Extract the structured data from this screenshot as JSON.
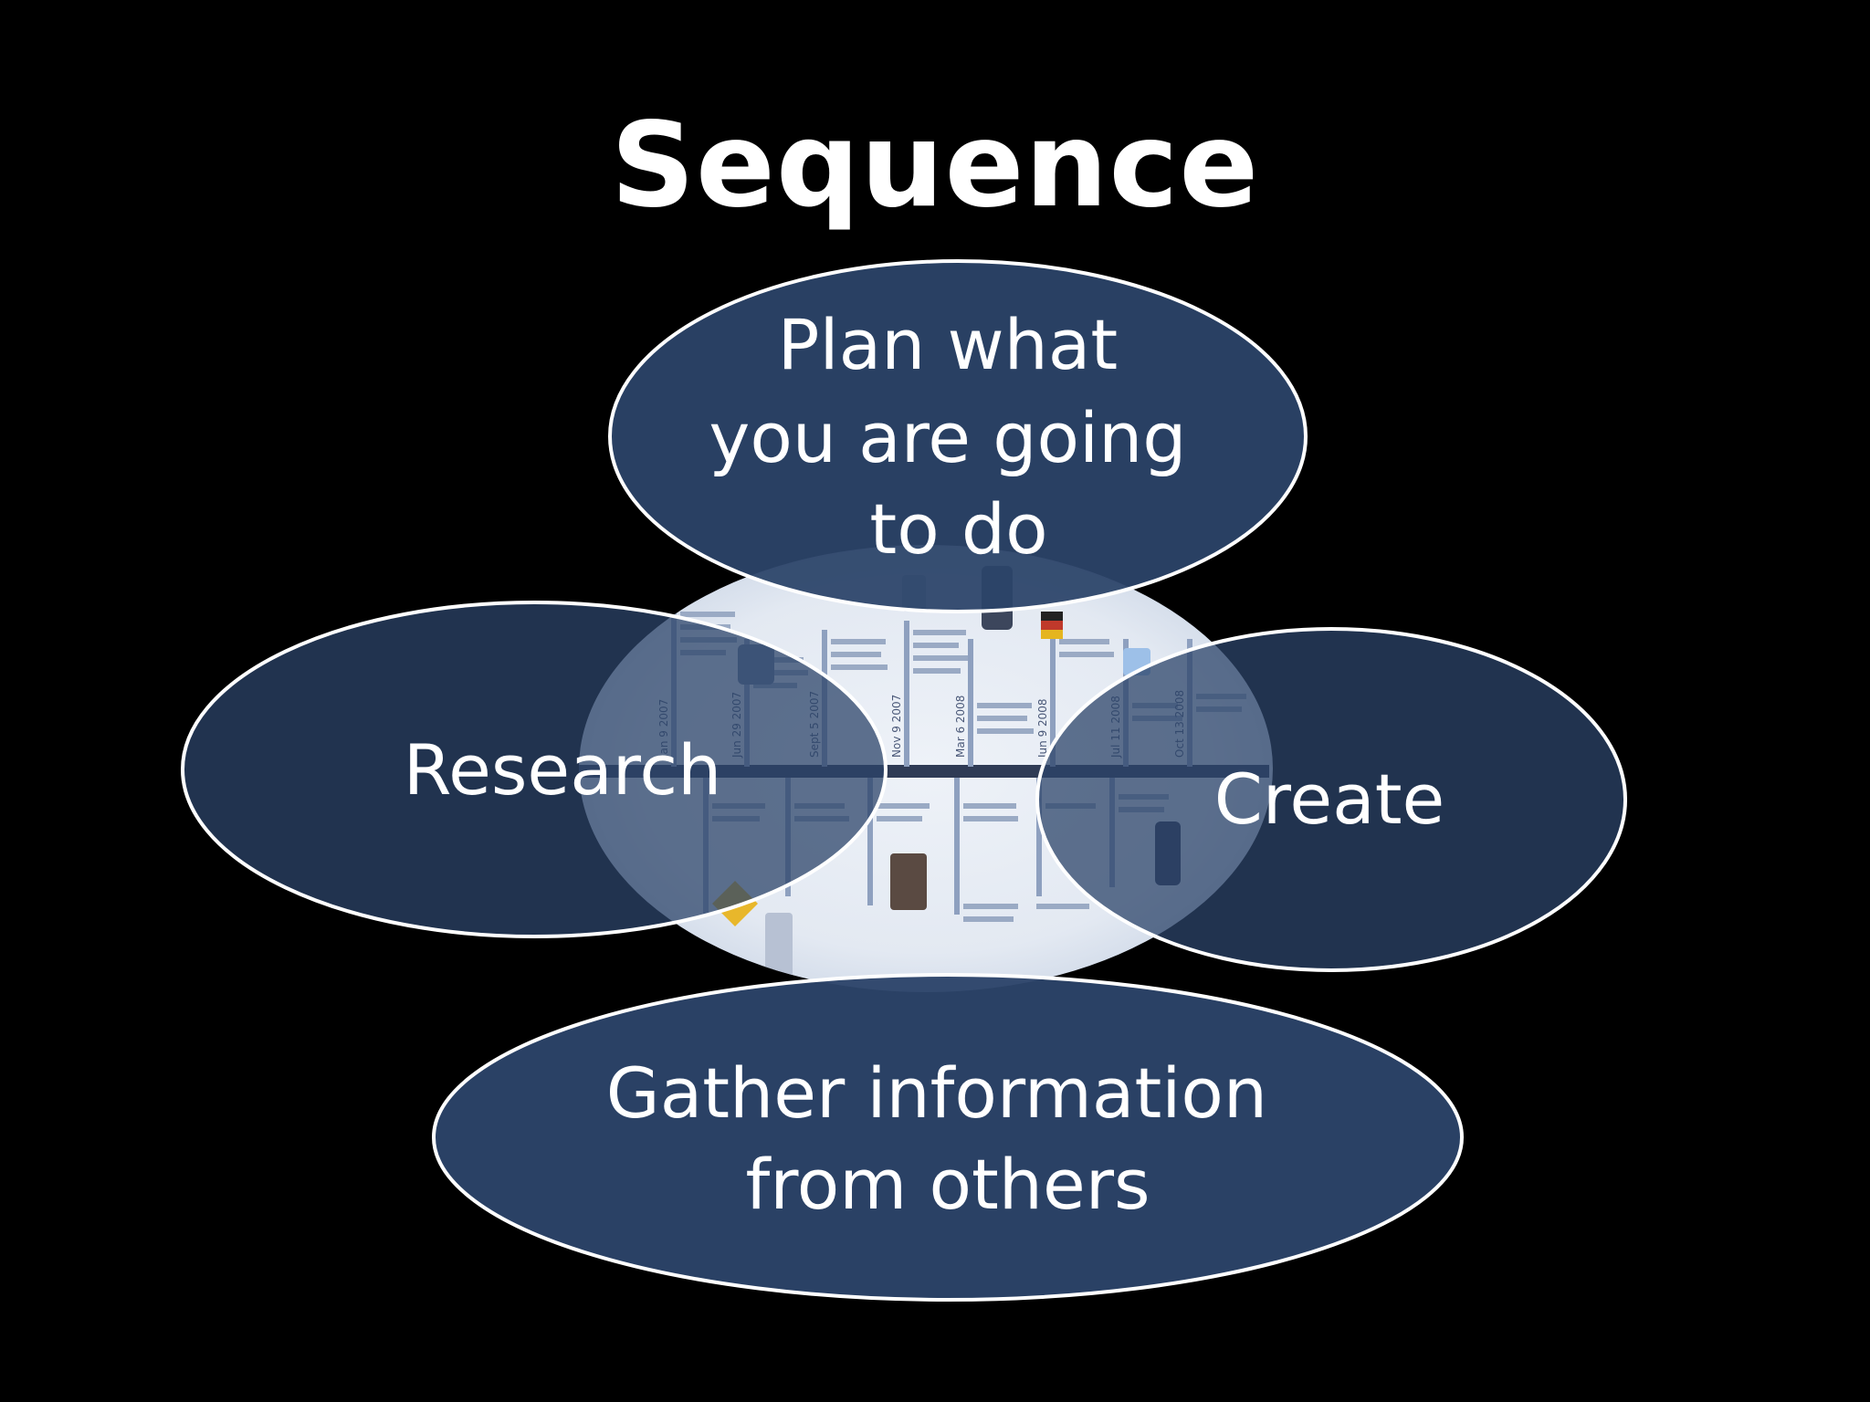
{
  "slide": {
    "title": "Sequence",
    "background_color": "#000000",
    "bubble_fill": "#2c4469",
    "bubble_stroke": "#ffffff",
    "center_fill": "#dfe7f3"
  },
  "bubbles": {
    "top": {
      "lines": [
        "Plan what",
        "you are going",
        "to do"
      ],
      "icon": "none"
    },
    "left": {
      "lines": [
        "Research"
      ]
    },
    "right": {
      "lines": [
        "Create"
      ]
    },
    "bottom": {
      "lines": [
        "Gather information",
        "from others"
      ]
    }
  },
  "center_image": {
    "icon": "iphone-timeline-image",
    "dates": [
      "Jan 9 2007",
      "Jun 29 2007",
      "Sept 5 2007",
      "Nov 9 2007",
      "Mar 6 2008",
      "Jun 9 2008",
      "Jul 11 2008",
      "Oct 13 2008"
    ]
  }
}
